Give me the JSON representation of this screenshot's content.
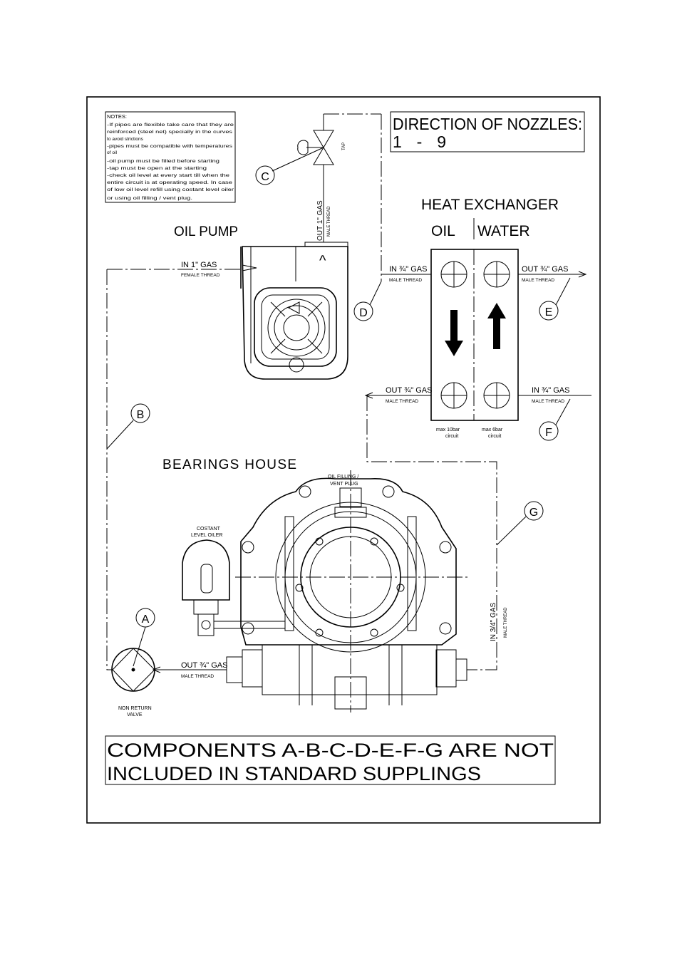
{
  "notes": {
    "title": "NOTES:",
    "lines": [
      "-If pipes are flexible take care that they are",
      "reinforced (steel net) specially in the curves",
      "to avoid strictions",
      "-pipes must be compatible with temperatures",
      "of oil",
      "-oil pump must be filled before starting",
      "-tap must be open at the starting",
      "-check oil level at every start till when the",
      "entire circuit is at operating speed. In case",
      "of low oil level refill using costant level oiler",
      "or using oil filling / vent plug."
    ]
  },
  "direction": {
    "line1": "DIRECTION OF NOZZLES:",
    "line2": "1 - 9"
  },
  "heat_exchanger": {
    "title": "HEAT EXCHANGER",
    "oil": "OIL",
    "water": "WATER",
    "oil_pressure": "max 10bar",
    "water_pressure": "max 6bar",
    "circuit": "circuit"
  },
  "oil_pump": {
    "title": "OIL PUMP"
  },
  "bearings_house": {
    "title": "BEARINGS HOUSE"
  },
  "ports": {
    "pump_in": "IN 1\" GAS",
    "pump_in_thread": "FEMALE THREAD",
    "pump_out": "OUT 1\" GAS",
    "pump_out_thread": "MALE THREAD",
    "hx_oil_in": "IN ¾\" GAS",
    "hx_oil_in_thread": "MALE THREAD",
    "hx_water_out": "OUT ¾\" GAS",
    "hx_water_out_thread": "MALE THREAD",
    "hx_oil_out": "OUT ¾\" GAS",
    "hx_oil_out_thread": "MALE THREAD",
    "hx_water_in": "IN ¾\" GAS",
    "hx_water_in_thread": "MALE THREAD",
    "bh_in": "IN 3/4\" GAS",
    "bh_in_thread": "MALE THREAD",
    "bh_out": "OUT ¾\" GAS",
    "bh_out_thread": "MALE THREAD"
  },
  "labels": {
    "tap": "TAP",
    "oil_filling_1": "OIL FILLING /",
    "oil_filling_2": "VENT PLUG",
    "oiler_1": "COSTANT",
    "oiler_2": "LEVEL OILER",
    "valve_1": "NON RETURN",
    "valve_2": "VALVE"
  },
  "components": [
    "A",
    "B",
    "C",
    "D",
    "E",
    "F",
    "G"
  ],
  "footer": {
    "line1": "COMPONENTS A-B-C-D-E-F-G ARE NOT",
    "line2": "INCLUDED IN STANDARD SUPPLINGS"
  }
}
